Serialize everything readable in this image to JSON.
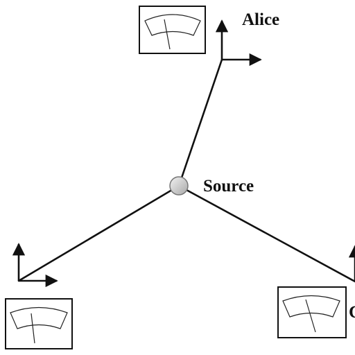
{
  "diagram": {
    "parties": {
      "alice": "Alice",
      "source": "Source",
      "charlie": "C"
    },
    "colors": {
      "lines": "#111111",
      "source_fill": "#d9d9d9",
      "background": "#ffffff"
    },
    "icons": [
      "meter-icon",
      "axes-icon",
      "source-node-icon"
    ]
  }
}
